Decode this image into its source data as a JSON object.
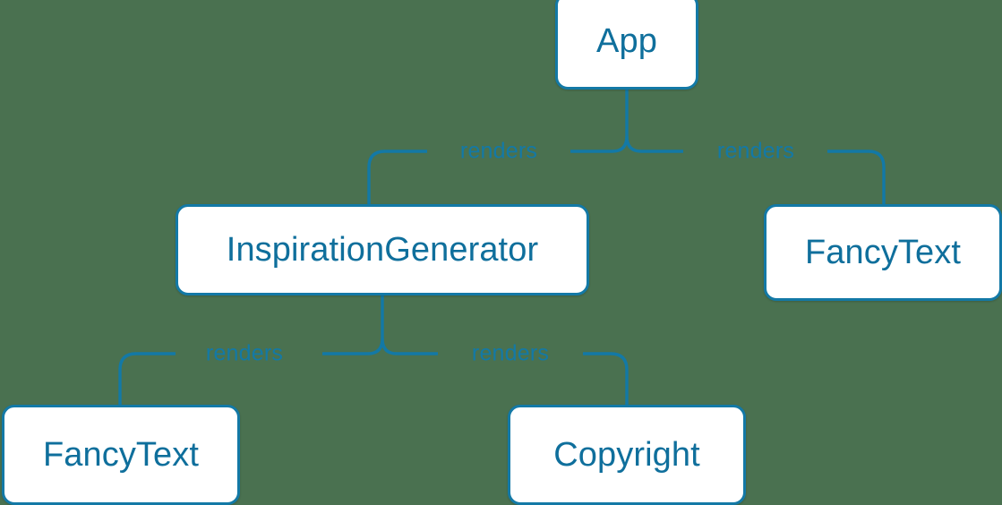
{
  "diagram": {
    "title": "React component render tree",
    "type": "component-tree",
    "background_color": "#4a7150",
    "node_fill_color": "#ffffff",
    "node_border_color": "#1379a6",
    "node_text_color": "#0f6f9c",
    "edge_color": "#1379a6",
    "edge_label_color": "#1379a6",
    "nodes": [
      {
        "id": "app",
        "label": "App"
      },
      {
        "id": "inspiration",
        "label": "InspirationGenerator"
      },
      {
        "id": "fancytext_right",
        "label": "FancyText"
      },
      {
        "id": "fancytext_left",
        "label": "FancyText"
      },
      {
        "id": "copyright",
        "label": "Copyright"
      }
    ],
    "edges": [
      {
        "id": "app_to_inspiration",
        "from": "App",
        "to": "InspirationGenerator",
        "label": "renders"
      },
      {
        "id": "app_to_fancytext",
        "from": "App",
        "to": "FancyText",
        "label": "renders"
      },
      {
        "id": "inspiration_to_fancytext",
        "from": "InspirationGenerator",
        "to": "FancyText",
        "label": "renders"
      },
      {
        "id": "inspiration_to_copyright",
        "from": "InspirationGenerator",
        "to": "Copyright",
        "label": "renders"
      }
    ]
  }
}
